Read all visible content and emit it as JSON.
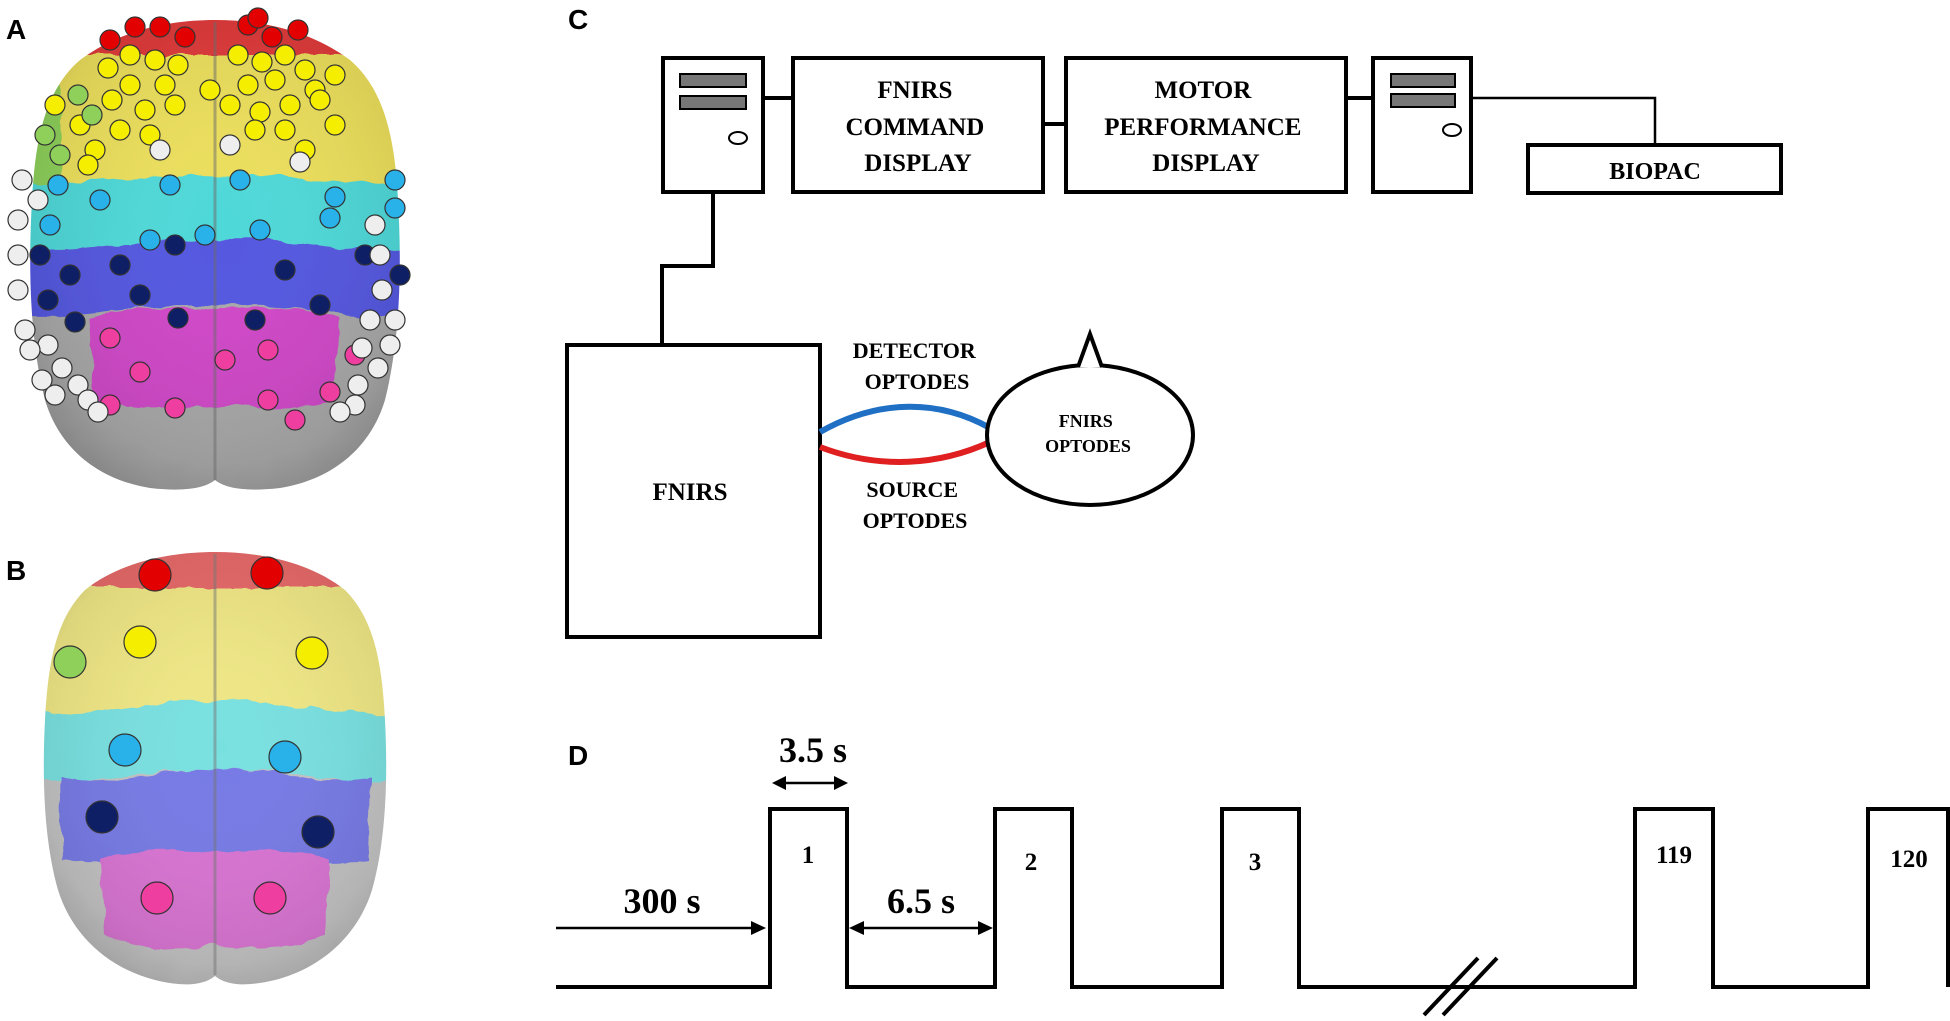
{
  "panels": {
    "a": "A",
    "b": "B",
    "c": "C",
    "d": "D"
  },
  "setup": {
    "command_display": [
      "FNIRS",
      "COMMAND",
      "DISPLAY"
    ],
    "motor_display": [
      "MOTOR",
      "PERFORMANCE",
      "DISPLAY"
    ],
    "biopac": "BIOPAC",
    "fnirs": "FNIRS",
    "detector": [
      "DETECTOR",
      "OPTODES"
    ],
    "source": [
      "SOURCE",
      "OPTODES"
    ],
    "optodes": [
      "FNIRS",
      "OPTODES"
    ]
  },
  "timeline": {
    "pulse_duration": "3.5 s",
    "baseline": "300 s",
    "interval": "6.5 s",
    "trials": [
      "1",
      "2",
      "3",
      "119",
      "120"
    ]
  },
  "colors": {
    "red_region": "#e03a3a",
    "yellow_region": "#ecdf5c",
    "green": "#8ed05a",
    "light_blue_region": "#4fd8d8",
    "blue_region": "#5558e0",
    "magenta_region": "#d048c8",
    "gray_region": "#a9a9a9",
    "optode_red": "#e30000",
    "optode_yellow": "#f6ee00",
    "optode_light_blue": "#29b2ea",
    "optode_navy": "#0f1f66",
    "optode_pink": "#ee3fa0",
    "optode_white": "#eeeeee",
    "detector_cable": "#1f6fc4",
    "source_cable": "#e02020"
  }
}
